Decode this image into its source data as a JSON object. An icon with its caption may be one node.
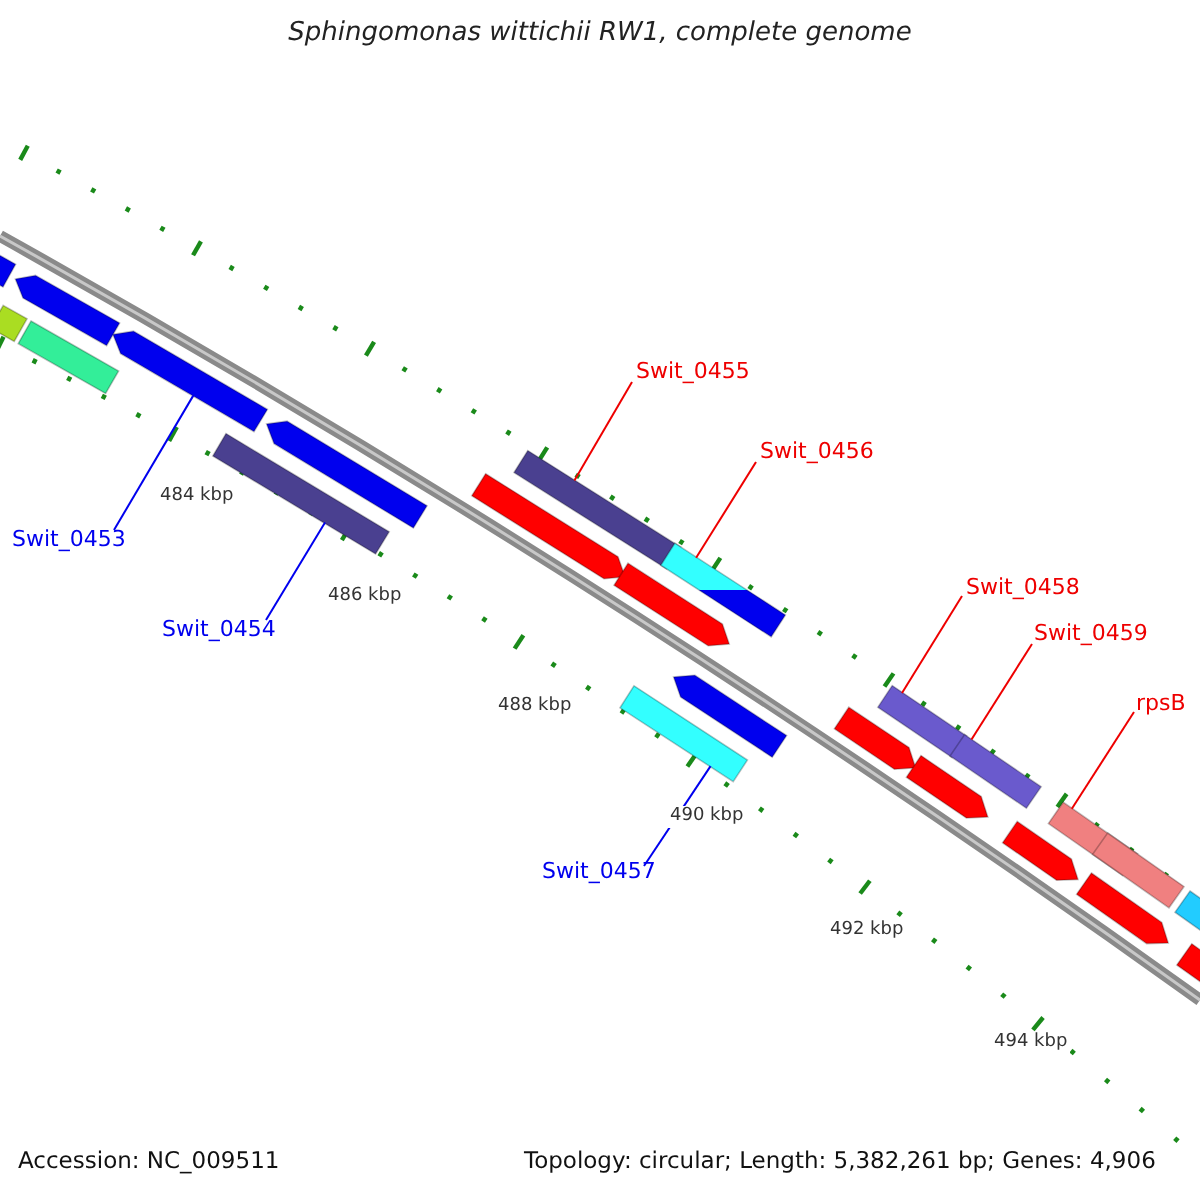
{
  "diagram": {
    "title": "Sphingomonas wittichii RW1, complete genome",
    "nodes": [
      {
        "text": [
          "Swit_0453"
        ]
      },
      {
        "text": [],
        "shape": "bar"
      },
      {
        "text": [
          "Swit_0454"
        ]
      },
      {
        "text": [],
        "shape": "bar"
      },
      {
        "text": [
          "Swit_0455"
        ]
      },
      {
        "text": [],
        "shape": "bar"
      },
      {
        "text": [
          "Swit_0456"
        ]
      },
      {
        "text": [],
        "shape": "bar"
      },
      {
        "text": [
          "Swit_0457"
        ]
      },
      {
        "text": [],
        "shape": "bar"
      },
      {
        "text": [
          "Swit_0458"
        ]
      },
      {
        "text": [],
        "shape": "bar"
      },
      {
        "text": [
          "Swit_0459"
        ]
      },
      {
        "text": [],
        "shape": "bar"
      },
      {
        "text": [
          "rpsB"
        ]
      },
      {
        "text": [],
        "shape": "bar"
      },
      {
        "text": [],
        "shape": "bar"
      },
      {
        "text": [],
        "shape": "bar"
      },
      {
        "text": [],
        "shape": "bar"
      },
      {
        "text": [],
        "shape": "bar"
      },
      {
        "text": [],
        "shape": "bar"
      },
      {
        "text": [],
        "shape": "bar"
      },
      {
        "text": [],
        "shape": "bar"
      },
      {
        "text": [],
        "shape": "bar"
      },
      {
        "text": [],
        "shape": "bar"
      },
      {
        "text": [],
        "shape": "bar"
      },
      {
        "text": [],
        "shape": "bar"
      },
      {
        "text": [],
        "shape": "bar"
      },
      {
        "text": [],
        "shape": "bar"
      },
      {
        "text": [],
        "shape": "bar"
      },
      {
        "text": [],
        "shape": "bar"
      }
    ],
    "edges": [
      {
        "from": 0,
        "to": 1,
        "arrow": "none",
        "color": "#0000ee"
      },
      {
        "from": 2,
        "to": 3,
        "arrow": "none",
        "color": "#0000ee"
      },
      {
        "from": 4,
        "to": 5,
        "arrow": "none"
      },
      {
        "from": 6,
        "to": 7,
        "arrow": "none"
      },
      {
        "from": 8,
        "to": 9,
        "arrow": "none",
        "color": "#0000ee"
      },
      {
        "from": 10,
        "to": 11,
        "arrow": "none"
      },
      {
        "from": 12,
        "to": 13,
        "arrow": "none"
      },
      {
        "from": 14,
        "to": 15,
        "arrow": "none"
      }
    ],
    "labels": [
      "484 kbp",
      "486 kbp",
      "488 kbp",
      "490 kbp",
      "492 kbp",
      "494 kbp",
      "Accession: NC_009511",
      "Topology: circular; Length: 5,382,261 bp; Genes: 4,906"
    ]
  }
}
